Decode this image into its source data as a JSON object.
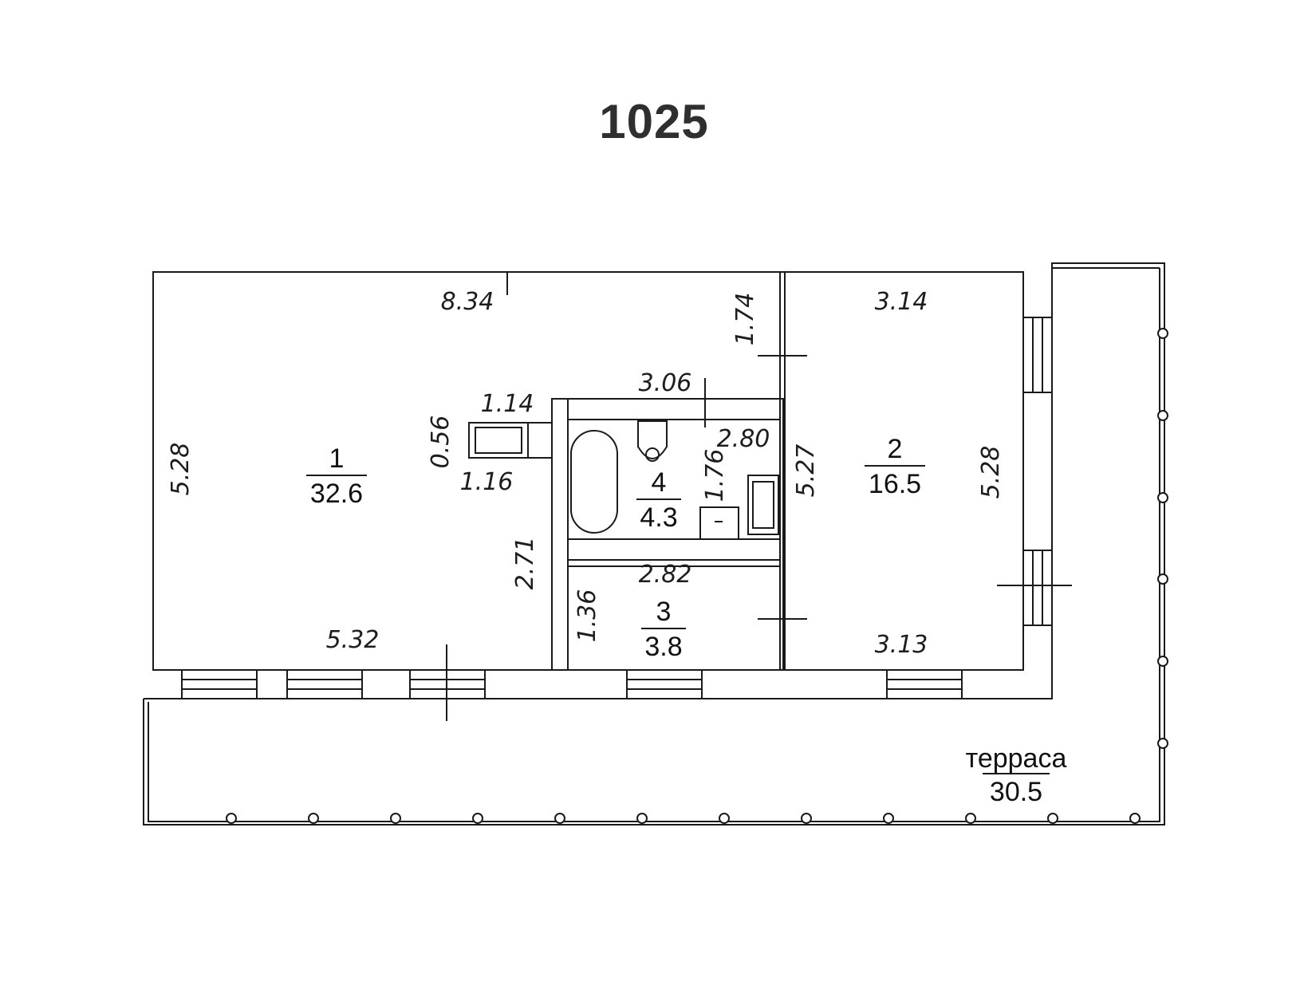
{
  "title": "1025",
  "rooms": [
    {
      "number": "1",
      "area": "32.6"
    },
    {
      "number": "2",
      "area": "16.5"
    },
    {
      "number": "3",
      "area": "3.8"
    },
    {
      "number": "4",
      "area": "4.3"
    },
    {
      "number": "терраса",
      "area": "30.5"
    }
  ],
  "dimensions": {
    "room1_top": "8.34",
    "room1_left": "5.28",
    "room1_bottom": "5.32",
    "kitchen_width": "1.14",
    "kitchen_depth": "0.56",
    "kitchen_inner": "1.16",
    "corridor": "2.71",
    "top_right_wall": "1.74",
    "bath_top": "3.06",
    "bath_right": "2.80",
    "bath_inner": "1.76",
    "room2_top": "3.14",
    "room2_left": "5.27",
    "room2_right": "5.28",
    "room2_bottom": "3.13",
    "room3_top": "2.82",
    "room3_left": "1.36"
  },
  "colors": {
    "line": "#1a1a1a",
    "frame_tint": "#fbf1ee"
  }
}
